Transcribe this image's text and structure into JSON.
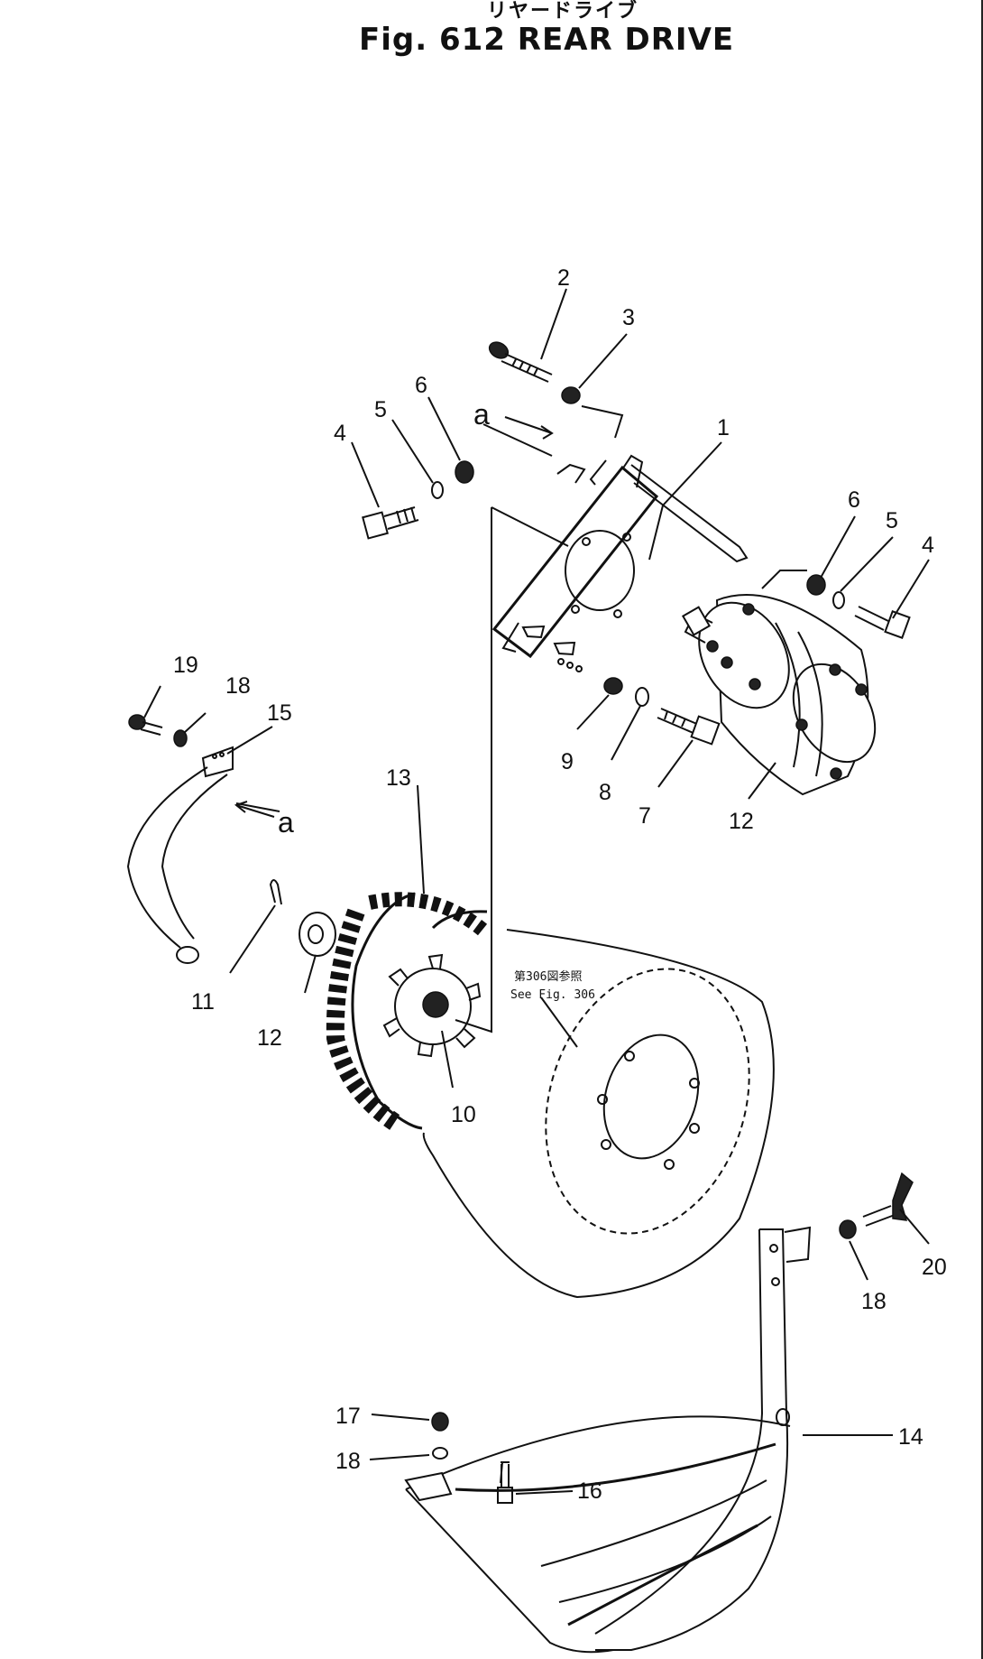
{
  "header": {
    "japanese_title": "リヤードライブ",
    "title": "Fig. 612 REAR DRIVE"
  },
  "diagram": {
    "callouts": [
      {
        "id": "c1",
        "label": "1"
      },
      {
        "id": "c2",
        "label": "2"
      },
      {
        "id": "c3",
        "label": "3"
      },
      {
        "id": "c4a",
        "label": "4"
      },
      {
        "id": "c5a",
        "label": "5"
      },
      {
        "id": "c6a",
        "label": "6"
      },
      {
        "id": "c6b",
        "label": "6"
      },
      {
        "id": "c5b",
        "label": "5"
      },
      {
        "id": "c4b",
        "label": "4"
      },
      {
        "id": "c9",
        "label": "9"
      },
      {
        "id": "c8",
        "label": "8"
      },
      {
        "id": "c7",
        "label": "7"
      },
      {
        "id": "c12a",
        "label": "12"
      },
      {
        "id": "c19",
        "label": "19"
      },
      {
        "id": "c18a",
        "label": "18"
      },
      {
        "id": "c15",
        "label": "15"
      },
      {
        "id": "c13",
        "label": "13"
      },
      {
        "id": "c11",
        "label": "11"
      },
      {
        "id": "c12b",
        "label": "12"
      },
      {
        "id": "c10",
        "label": "10"
      },
      {
        "id": "c20",
        "label": "20"
      },
      {
        "id": "c18b",
        "label": "18"
      },
      {
        "id": "c14",
        "label": "14"
      },
      {
        "id": "c17",
        "label": "17"
      },
      {
        "id": "c18c",
        "label": "18"
      },
      {
        "id": "c16",
        "label": "16"
      }
    ],
    "reference_marks": [
      {
        "id": "ra1",
        "label": "a"
      },
      {
        "id": "ra2",
        "label": "a"
      }
    ],
    "note_jp": "第306図参照",
    "note_en": "See Fig. 306"
  }
}
